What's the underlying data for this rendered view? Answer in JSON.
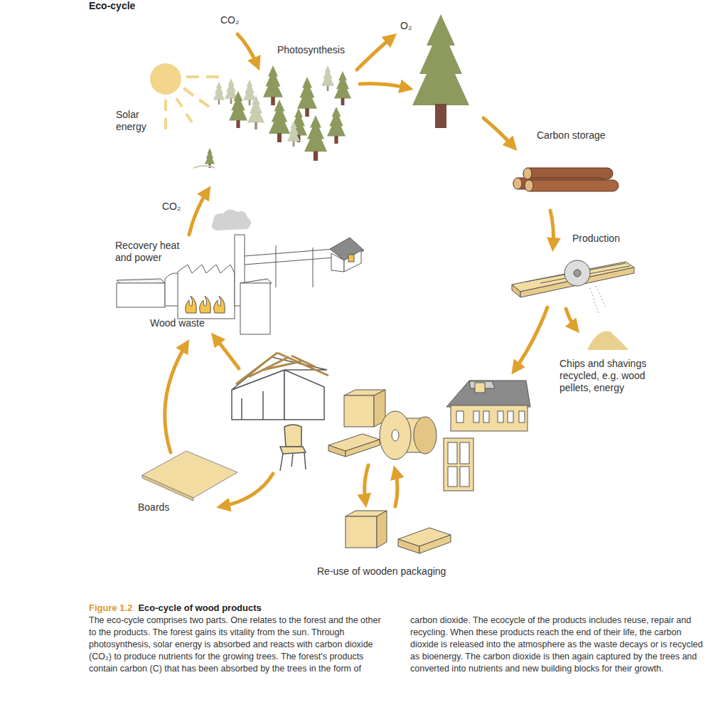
{
  "diagram": {
    "title": "Eco-cycle",
    "caption": "Eco-cycle of wood products",
    "labels": [
      "CO₂",
      "Photosynthesis",
      "O₂",
      "Solar energy",
      "Carbon storage",
      "CO₂",
      "Recovery heat and power",
      "Production",
      "Chips and shavings recycled, e.g. wood pellets, energy",
      "Wood waste",
      "Boards",
      "Re-use of wooden packaging",
      "Figure 1.2",
      "The eco-cycle comprises two parts. One relates to the forest and the other to the products. The forest gains its vitality from the sun. Through photosynthesis, solar energy is absorbed and reacts with carbon dioxide (CO₂) to produce nutrients for the growing trees. The forest's products contain carbon (C) that has been absorbed by the trees in the form of carbon dioxide. The ecocycle of the products includes reuse, repair and recycling. When these products reach the end of their life, the carbon dioxide is released into the atmosphere as the waste decays or is recycled as bioenergy. The carbon dioxide is then again captured by the trees and converted into nutrients and new building blocks for their growth."
    ]
  }
}
